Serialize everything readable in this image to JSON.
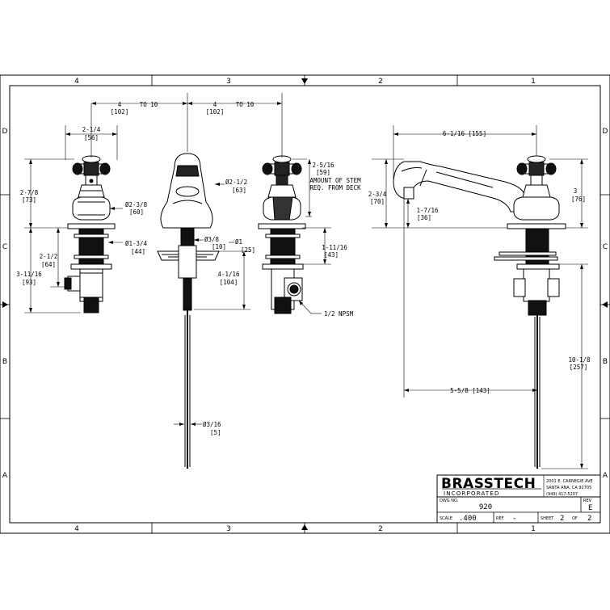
{
  "zones": {
    "top": [
      "4",
      "3",
      "2",
      "1"
    ],
    "side": [
      "D",
      "C",
      "B",
      "A"
    ]
  },
  "dims": {
    "d1": "4",
    "d1mm": "[102]",
    "d1to": "TO 10",
    "d2": "4",
    "d2mm": "[102]",
    "d2to": "TO 10",
    "d3": "2-1/4",
    "d3mm": "[56]",
    "d4": "2-7/8",
    "d4mm": "[73]",
    "d5": "Ø2-3/8",
    "d5mm": "[60]",
    "d6": "2-1/2",
    "d6mm": "[64]",
    "d7": "Ø1-3/4",
    "d7mm": "[44]",
    "d8": "3-11/16",
    "d8mm": "[93]",
    "d9": "Ø2-1/2",
    "d9mm": "[63]",
    "d10": "Ø3/8",
    "d10mm": "[10]",
    "d11": "4-1/16",
    "d11mm": "[104]",
    "d12": "Ø3/16",
    "d12mm": "[5]",
    "d13": "Ø1",
    "d13mm": "[25]",
    "d14": "2-5/16",
    "d14mm": "[59]",
    "d14a": "AMOUNT OF STEM",
    "d14b": "REQ. FROM DECK",
    "d15": "1-11/16",
    "d15mm": "[43]",
    "d16": "1/2 NPSM",
    "d17": "6-1/16 [155]",
    "d18": "2-3/4",
    "d18mm": "[70]",
    "d19": "1-7/16",
    "d19mm": "[36]",
    "d20": "3",
    "d20mm": "[76]",
    "d21": "10-1/8",
    "d21mm": "[257]",
    "d22": "5-5/8 [143]"
  },
  "title_block": {
    "brand": "BRASSTECH",
    "brand_sub": "INCORPORATED",
    "address1": "2001 E. CARNEGIE AVE",
    "address2": "SANTA ANA, CA 92705",
    "address3": "(949) 417-5207",
    "dwg_no_label": "DWG NO.",
    "dwg_no": "920",
    "rev_label": "REV",
    "rev": "E",
    "scale_label": "SCALE",
    "scale": ".400",
    "ref_label": "REF.",
    "ref": "-",
    "sheet_label": "SHEET",
    "sheet": "2",
    "of_label": "OF",
    "of": "2"
  }
}
